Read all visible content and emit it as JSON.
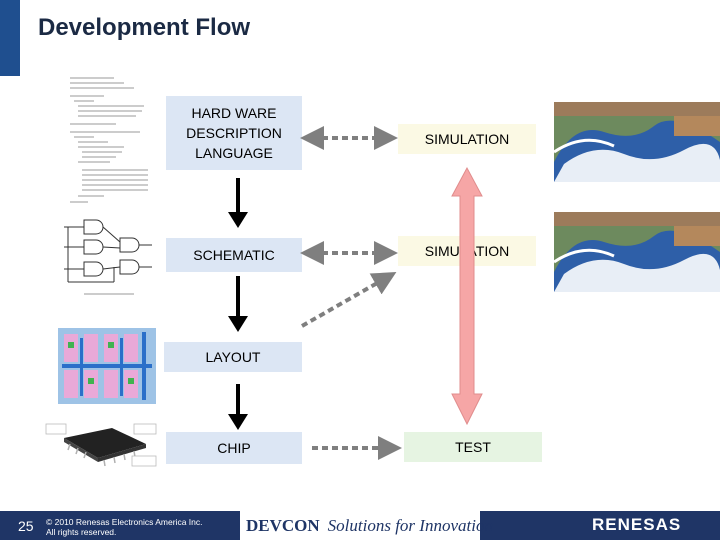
{
  "header": {
    "title": "Development Flow"
  },
  "flow": {
    "hdl": "HARD WARE\nDESCRIPTION\nLANGUAGE",
    "simulation_1": "SIMULATION",
    "schematic": "SCHEMATIC",
    "simulation_2": "SIMULATION",
    "layout": "LAYOUT",
    "chip": "CHIP",
    "test": "TEST"
  },
  "footer": {
    "page_number": "25",
    "copyright_line1": "© 2010 Renesas Electronics America Inc.",
    "copyright_line2": "All rights reserved.",
    "devcon_logo": "DEVCON",
    "tagline": "Solutions for Innovation",
    "brand": "RENESAS"
  },
  "colors": {
    "title": "#1b2a44",
    "footer_bg": "#1f3566",
    "box_blue": "#dce6f4",
    "box_yellow": "#fbf9e4",
    "box_green": "#e6f4e2",
    "arrow_pink": "#f6a6a6",
    "dashed_arrow": "#7f7f7f"
  }
}
